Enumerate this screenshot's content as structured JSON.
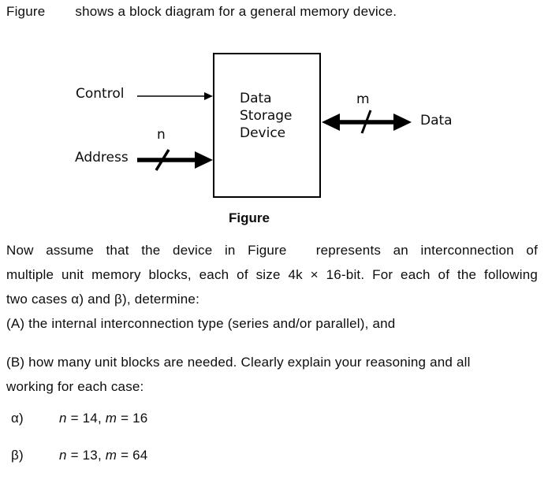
{
  "title": {
    "prefix": "Figure",
    "rest": "shows a block diagram for a general memory device."
  },
  "diagram": {
    "device_box": "Data\nStorage\nDevice",
    "control_label": "Control",
    "address_label": "Address",
    "n_label": "n",
    "m_label": "m",
    "data_label": "Data",
    "caption": "Figure",
    "stroke_color": "#000000"
  },
  "paragraph": {
    "line1_before": "Now assume that the device in Figure",
    "line1_after": "represents an interconnection of",
    "line2": "multiple unit memory blocks, each of size 4k × 16-bit. For each of the following",
    "line3": "two cases α) and β), determine:"
  },
  "tasks": {
    "a_line": "(A) the internal interconnection type (series and/or parallel), and",
    "b_line1": "(B) how many unit blocks are needed. Clearly explain your reasoning and all",
    "b_line2": "working for each case:"
  },
  "cases": [
    {
      "label": "α)",
      "n_var": "n",
      "n_rest": " = 14, ",
      "m_var": "m",
      "m_rest": " = 16"
    },
    {
      "label": "β)",
      "n_var": "n",
      "n_rest": " = 13, ",
      "m_var": "m",
      "m_rest": " = 64"
    }
  ]
}
